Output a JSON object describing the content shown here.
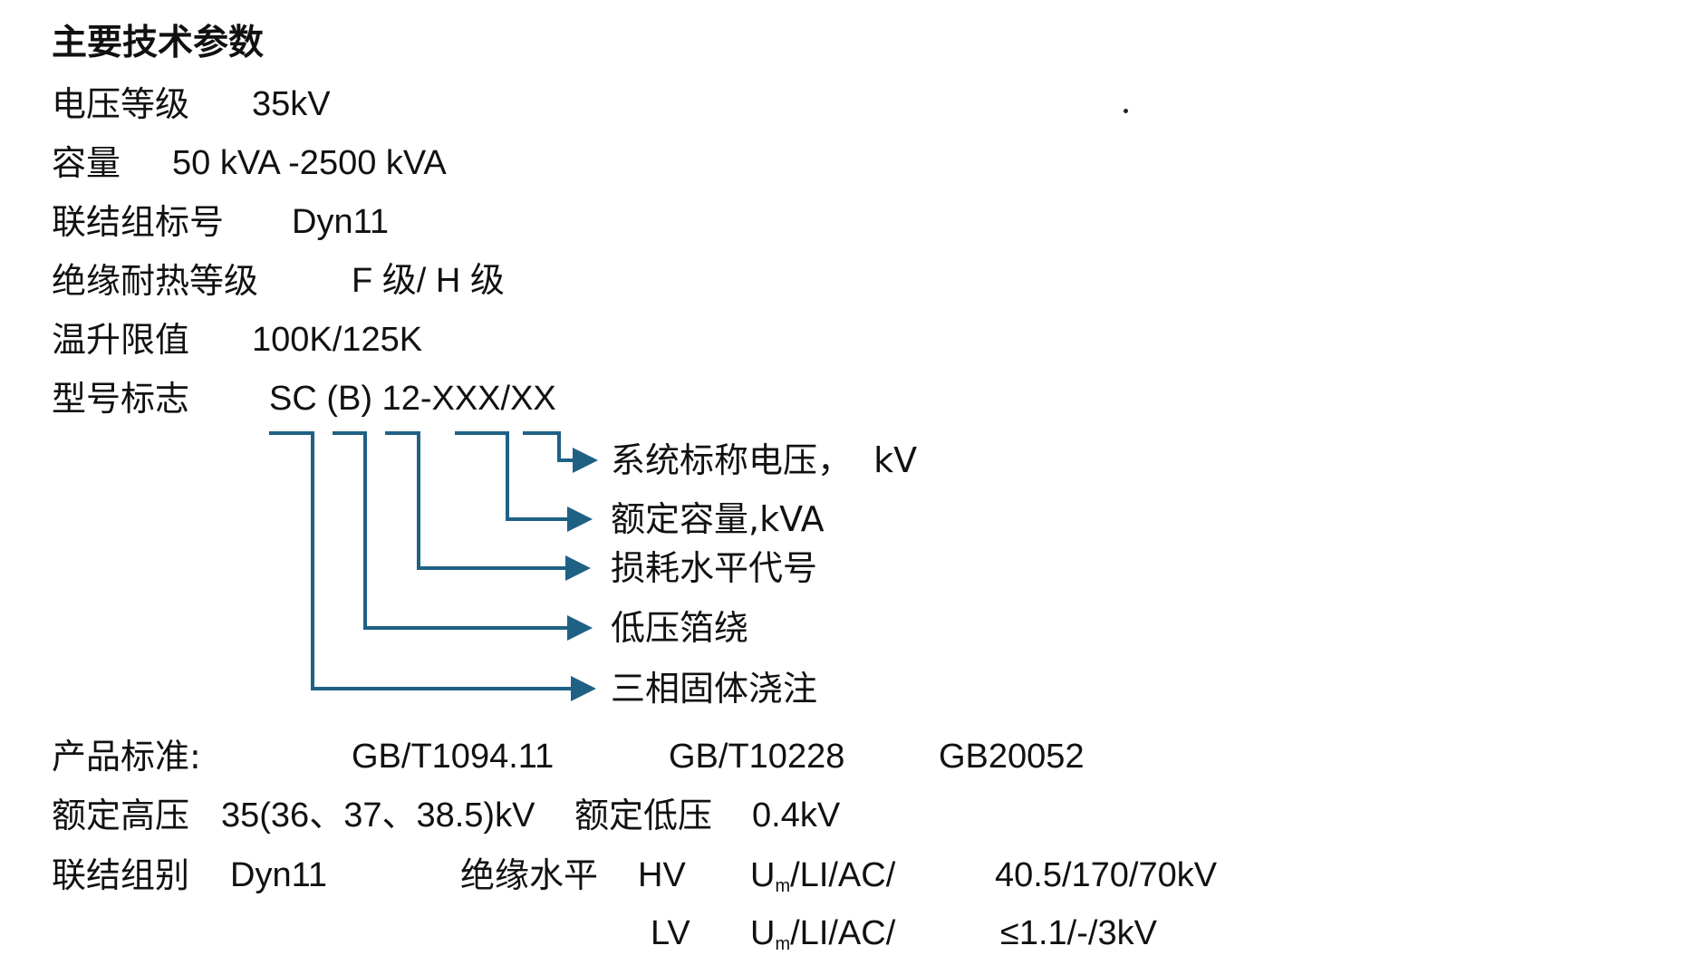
{
  "title": "主要技术参数",
  "specs": [
    {
      "label": "电压等级",
      "value": "35kV"
    },
    {
      "label": "容量",
      "value": "50 kVA -2500 kVA"
    },
    {
      "label": "联结组标号",
      "value": "Dyn11"
    },
    {
      "label": "绝缘耐热等级",
      "value": "F 级/ H 级"
    },
    {
      "label": "温升限值",
      "value": "100K/125K"
    },
    {
      "label": "型号标志",
      "value": "SC (B) 12-XXX/XX"
    }
  ],
  "model_breakdown": {
    "accent_color": "#1F6185",
    "items": [
      {
        "meaning": "系统标称电压，  kV",
        "code_part": "XX"
      },
      {
        "meaning": "额定容量,kVA",
        "code_part": "XXX"
      },
      {
        "meaning": "损耗水平代号",
        "code_part": "12"
      },
      {
        "meaning": "低压箔绕",
        "code_part": "(B)"
      },
      {
        "meaning": "三相固体浇注",
        "code_part": "SC"
      }
    ]
  },
  "standards": {
    "label": "产品标准:",
    "items": [
      "GB/T1094.11",
      "GB/T10228",
      "GB20052"
    ]
  },
  "rated_voltage": {
    "hv_label": "额定高压",
    "hv_value": "35(36、37、38.5)kV",
    "lv_label": "额定低压",
    "lv_value": "0.4kV"
  },
  "connection": {
    "label": "联结组别",
    "value": "Dyn11"
  },
  "insulation": {
    "label": "绝缘水平",
    "rows": [
      {
        "side": "HV",
        "param_main": "U",
        "param_sub": "m",
        "param_rest": "/LI/AC/",
        "value": "40.5/170/70kV"
      },
      {
        "side": "LV",
        "param_main": "U",
        "param_sub": "m",
        "param_rest": "/LI/AC/",
        "value": "≤1.1/-/3kV"
      }
    ]
  }
}
